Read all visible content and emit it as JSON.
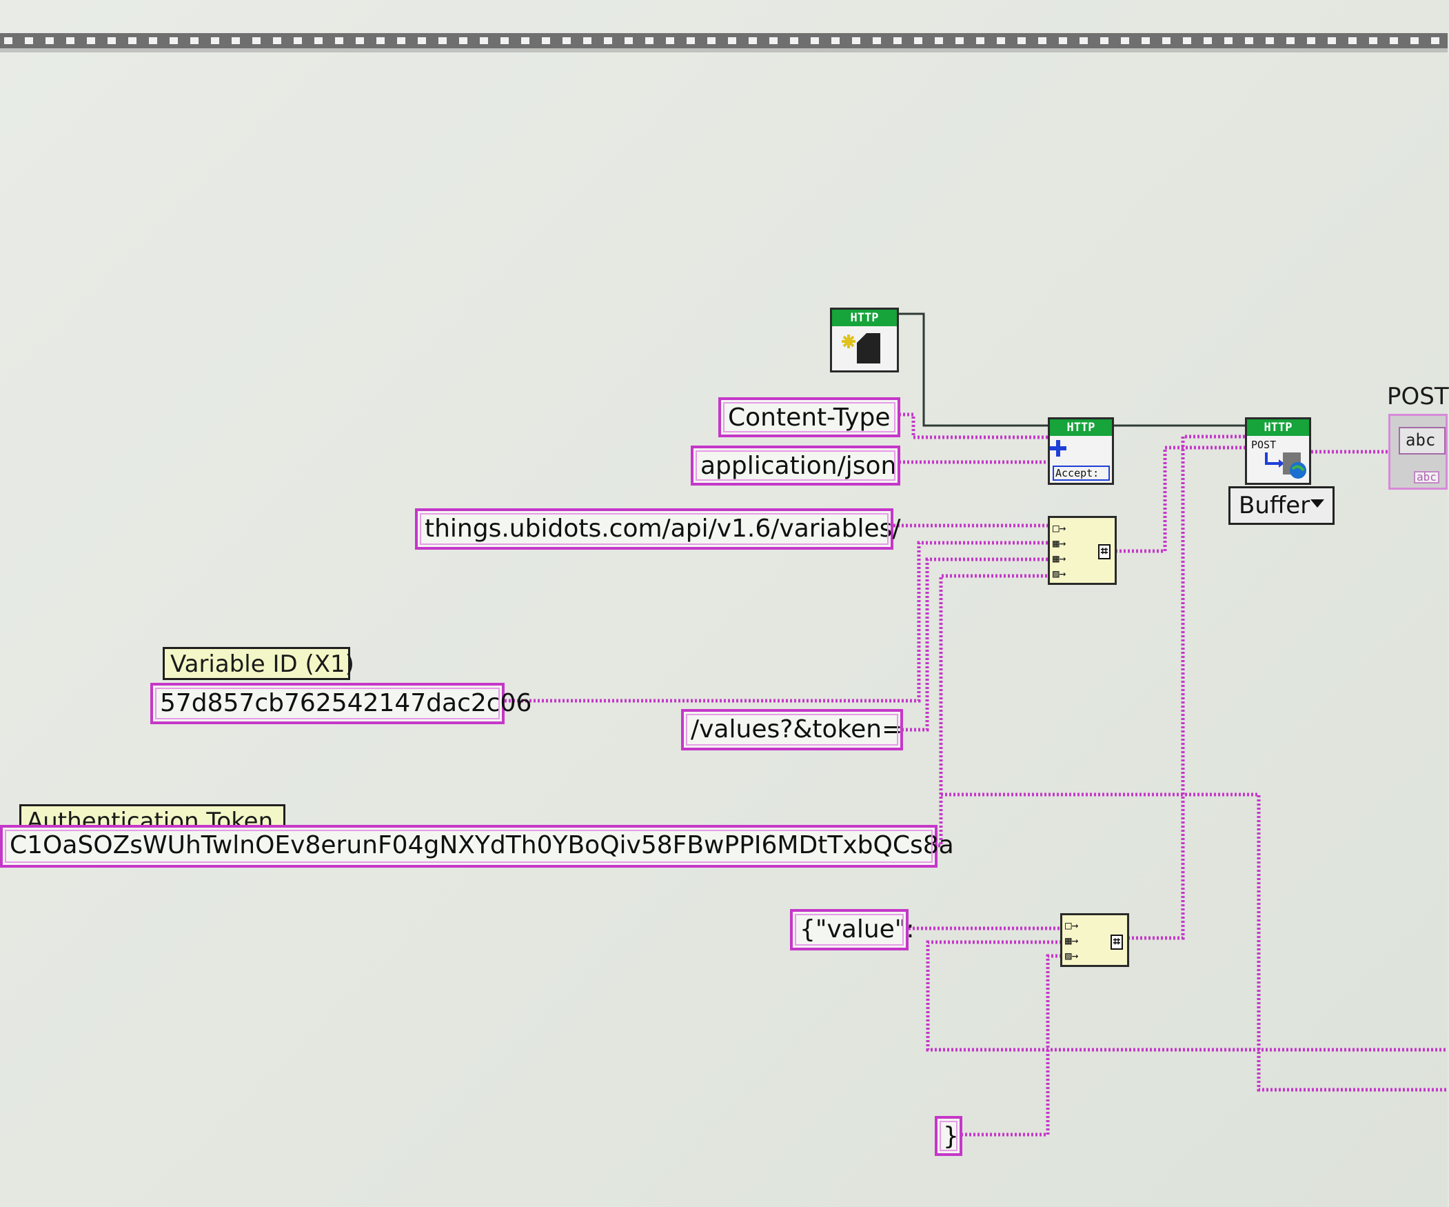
{
  "diagram": {
    "constants": {
      "content_type": "Content-Type",
      "mime": "application/json",
      "url": "things.ubidots.com/api/v1.6/variables/",
      "variable_id": "57d857cb762542147dac2c06",
      "values_path": "/values?&token=",
      "token": "C1OaSOZsWUhTwlnOEv8erunF04gNXYdTh0YBoQiv58FBwPPI6MDtTxbQCs8a",
      "json_open": "{\"value\":",
      "json_close": "}"
    },
    "labels": {
      "variable_id": "Variable ID (X1)",
      "auth_token": "Authentication Token"
    },
    "nodes": {
      "http_open": "HTTP",
      "http_header": "HTTP",
      "http_header_sub": "Accept:",
      "http_post": "HTTP",
      "http_post_sub": "POST"
    },
    "buffer_select": "Buffer",
    "post_indicator": "POST",
    "indicator_text": "abc",
    "indicator_tag": "abc"
  },
  "colors": {
    "string_wire": "#c537c9",
    "refnum_wire": "#2e3a35",
    "label_bg": "#f3f6c6",
    "http_header": "#16a43b"
  },
  "icons": [
    "http-open-handle-icon",
    "add-header-icon",
    "post-request-icon",
    "concatenate-strings-icon",
    "dropdown-arrow-icon"
  ]
}
